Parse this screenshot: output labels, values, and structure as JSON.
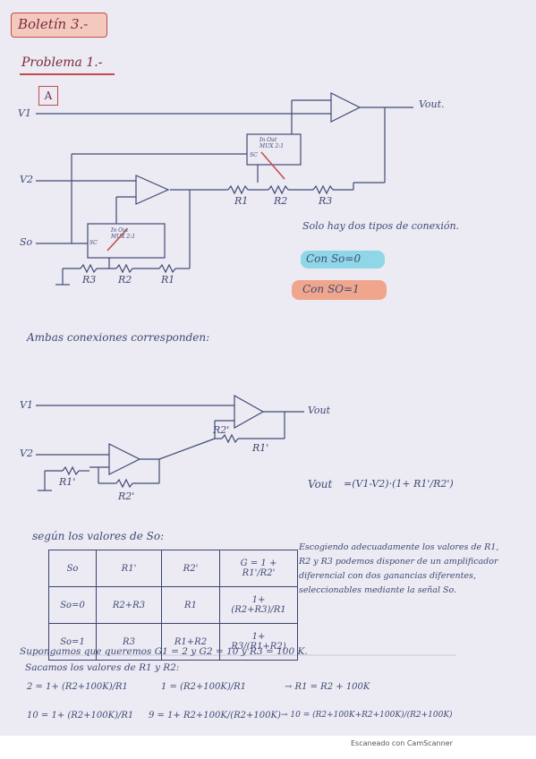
{
  "page": {
    "title": "Boletín 3.-",
    "problem": "Problema 1.-",
    "part_label": "A",
    "watermark": "Escaneado con CamScanner"
  },
  "circuit1": {
    "v1": "V1",
    "v2": "V2",
    "s0": "So",
    "vout": "Vout.",
    "mux_top": "In Out\nMUX 2:1",
    "sc_top": "SC",
    "mux_bottom": "In Out\nMUX 2:1",
    "sc_bottom": "SC",
    "r1_top": "R1",
    "r2_top": "R2",
    "r3_top": "R3",
    "r3_bot": "R3",
    "r2_bot": "R2",
    "r1_bot": "R1"
  },
  "notes": {
    "two_types": "Solo hay dos tipos de conexión.",
    "con_s0_0": "Con So=0",
    "con_s0_1": "Con SO=1",
    "both": "Ambas conexiones corresponden:"
  },
  "circuit2": {
    "v1": "V1",
    "v2": "V2",
    "vout": "Vout",
    "r1p_left": "R1'",
    "r2p_left": "R2'",
    "r2p_right": "R2'",
    "r1p_right": "R1'",
    "formula_lhs": "Vout",
    "formula_rhs": "=(V1-V2)·(1+ R1'/R2')"
  },
  "table_intro": "según los valores de So:",
  "table": {
    "headers": [
      "So",
      "R1'",
      "R2'",
      "G = 1 + R1'/R2'"
    ],
    "rows": [
      [
        "So=0",
        "R2+R3",
        "R1",
        "1+ (R2+R3)/R1"
      ],
      [
        "So=1",
        "R3",
        "R1+R2",
        "1+ R3/(R1+R2)"
      ]
    ]
  },
  "table_note": "Escogiendo adecuadamente los valores de R1, R2 y R3 podemos disponer de un amplificador diferencial con dos ganancias diferentes, seleccionables mediante la señal So.",
  "bottom": {
    "line1": "Supongamos que queremos G1 = 2 y G2 = 10 y R3 = 100 K.",
    "line2": "Sacamos los valores de R1 y R2:",
    "eq1a": "2 = 1+ (R2+100K)/R1",
    "eq1b": "1 = (R2+100K)/R1",
    "eq1c": "→ R1 = R2 + 100K",
    "eq2a": "10 = 1+ (R2+100K)/R1",
    "eq2b": "9 = 1+ R2+100K/(R2+100K)",
    "eq2c": "→ 10 = (R2+100K+R2+100K)/(R2+100K)"
  },
  "colors": {
    "ink": "#3f4a78",
    "paper": "#eceaf2",
    "red": "#c44b4b",
    "cyan": "#7fd3e4",
    "orange": "#f09a7a"
  }
}
